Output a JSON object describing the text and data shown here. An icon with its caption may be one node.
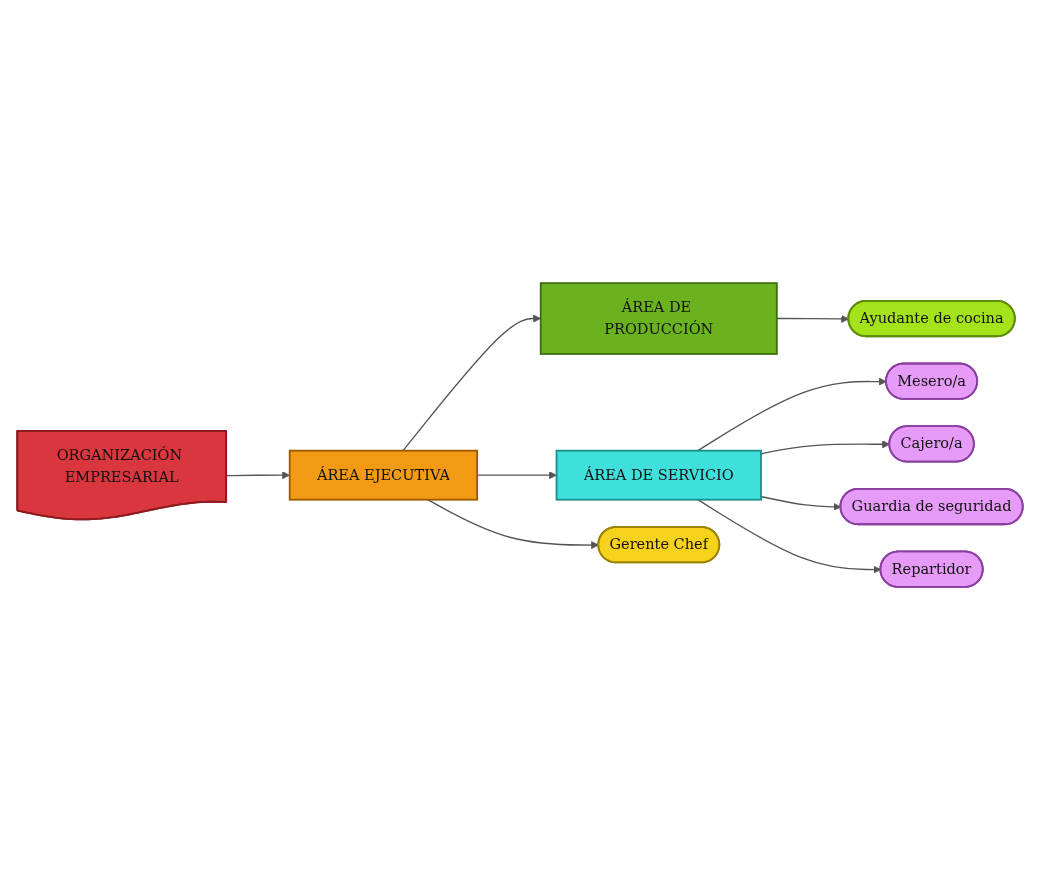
{
  "diagram": {
    "nodes": [
      {
        "text": [
          "ORGANIZACIÓN EMPRESARIAL"
        ]
      },
      {
        "text": [
          "ÁREA EJECUTIVA"
        ]
      },
      {
        "text": [
          "ÁREA DE PRODUCCIÓN"
        ]
      },
      {
        "text": [
          "Ayudante de cocina"
        ]
      },
      {
        "text": [
          "ÁREA DE SERVICIO"
        ]
      },
      {
        "text": [
          "Mesero/a"
        ]
      },
      {
        "text": [
          "Cajero/a"
        ]
      },
      {
        "text": [
          "Guardia de seguridad"
        ]
      },
      {
        "text": [
          "Repartidor"
        ]
      },
      {
        "text": [
          "Gerente Chef"
        ]
      }
    ],
    "edges": [
      {
        "from": 0,
        "to": 1,
        "arrow": "to"
      },
      {
        "from": 1,
        "to": 2,
        "arrow": "to"
      },
      {
        "from": 1,
        "to": 4,
        "arrow": "to"
      },
      {
        "from": 1,
        "to": 9,
        "arrow": "to"
      },
      {
        "from": 2,
        "to": 3,
        "arrow": "to"
      },
      {
        "from": 4,
        "to": 5,
        "arrow": "to"
      },
      {
        "from": 4,
        "to": 6,
        "arrow": "to"
      },
      {
        "from": 4,
        "to": 7,
        "arrow": "to"
      },
      {
        "from": 4,
        "to": 8,
        "arrow": "to"
      }
    ]
  }
}
